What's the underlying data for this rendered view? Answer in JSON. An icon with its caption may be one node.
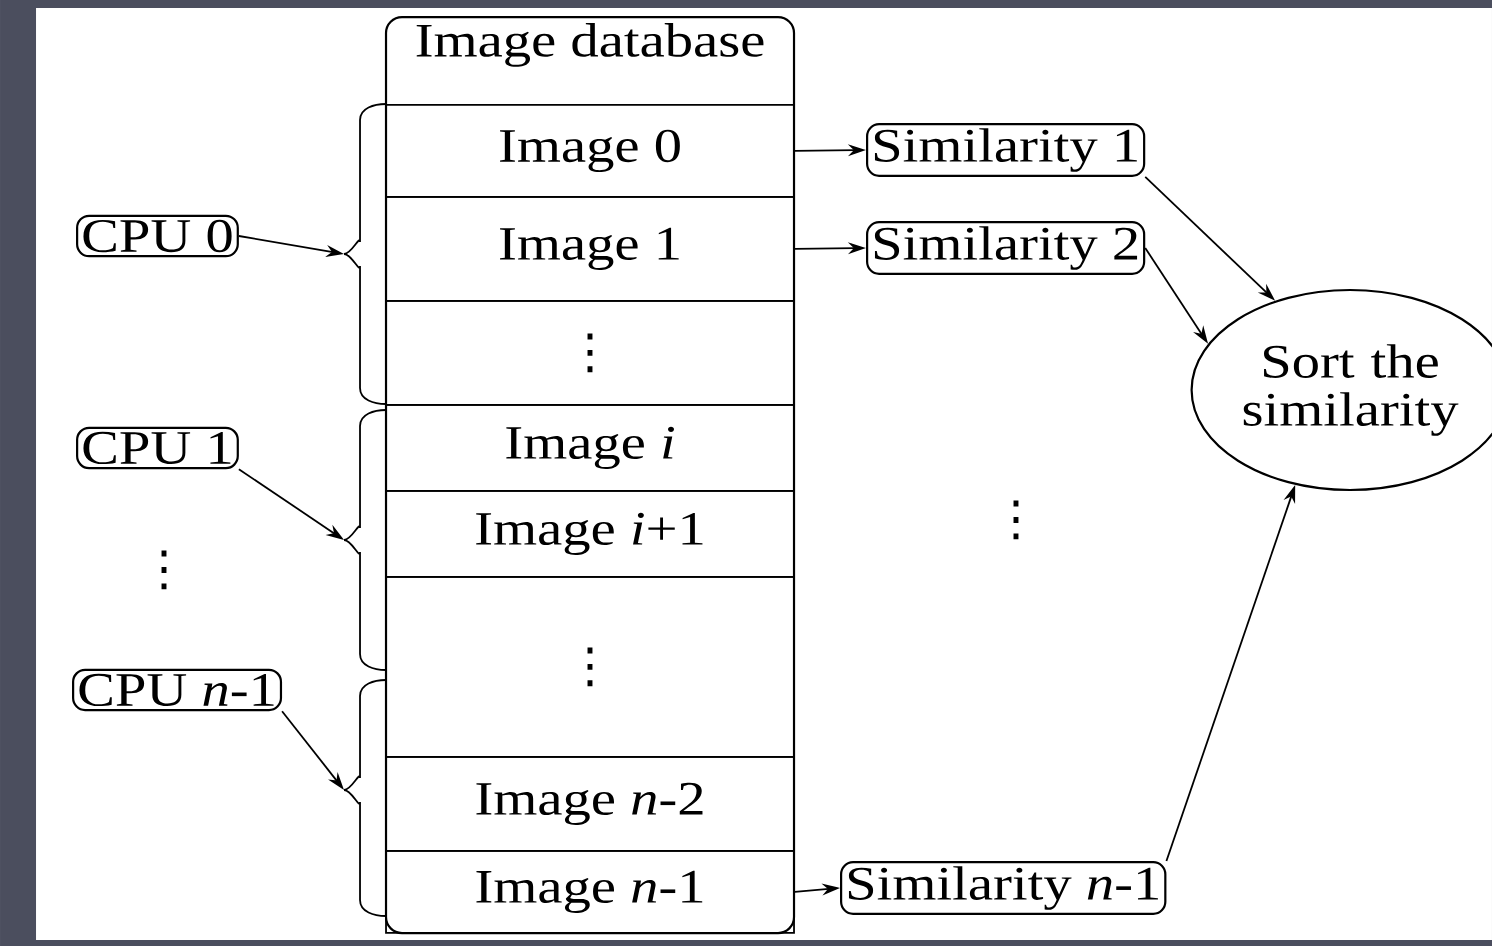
{
  "diagram": {
    "nodes": [
      {
        "text": [
          "Image database"
        ]
      },
      {
        "text": [
          "Image 0"
        ],
        "in": 0
      },
      {
        "text": [
          "Image 1"
        ],
        "in": 0
      },
      {
        "text": [
          "⋮"
        ],
        "in": 0
      },
      {
        "text": [
          "Image *i*"
        ],
        "in": 0
      },
      {
        "text": [
          "Image *i*+1"
        ],
        "in": 0
      },
      {
        "text": [
          "⋮"
        ],
        "in": 0
      },
      {
        "text": [
          "Image *n*-2"
        ],
        "in": 0
      },
      {
        "text": [
          "Image *n*-1"
        ],
        "in": 0
      },
      {
        "text": [
          "CPU 0"
        ]
      },
      {
        "text": [
          "CPU 1"
        ]
      },
      {
        "text": [
          "CPU *n*-1"
        ]
      },
      {
        "text": [
          "Similarity 1"
        ]
      },
      {
        "text": [
          "Similarity 2"
        ]
      },
      {
        "text": [
          "Similarity *n*-1"
        ]
      },
      {
        "text": [
          "Sort the similarity"
        ]
      },
      {
        "text": [],
        "shape": "brace"
      },
      {
        "text": [],
        "shape": "brace"
      },
      {
        "text": [],
        "shape": "brace"
      }
    ],
    "edges": [
      {
        "from": 9,
        "to": 16,
        "arrow": "to"
      },
      {
        "from": 10,
        "to": 17,
        "arrow": "to"
      },
      {
        "from": 11,
        "to": 18,
        "arrow": "to"
      },
      {
        "from": 1,
        "to": 12,
        "arrow": "to"
      },
      {
        "from": 2,
        "to": 13,
        "arrow": "to"
      },
      {
        "from": 8,
        "to": 14,
        "arrow": "to"
      },
      {
        "from": 12,
        "to": 15,
        "arrow": "to"
      },
      {
        "from": 13,
        "to": 15,
        "arrow": "to"
      },
      {
        "from": 14,
        "to": 15,
        "arrow": "to"
      }
    ],
    "labels": [
      "⋮",
      "⋮"
    ]
  }
}
